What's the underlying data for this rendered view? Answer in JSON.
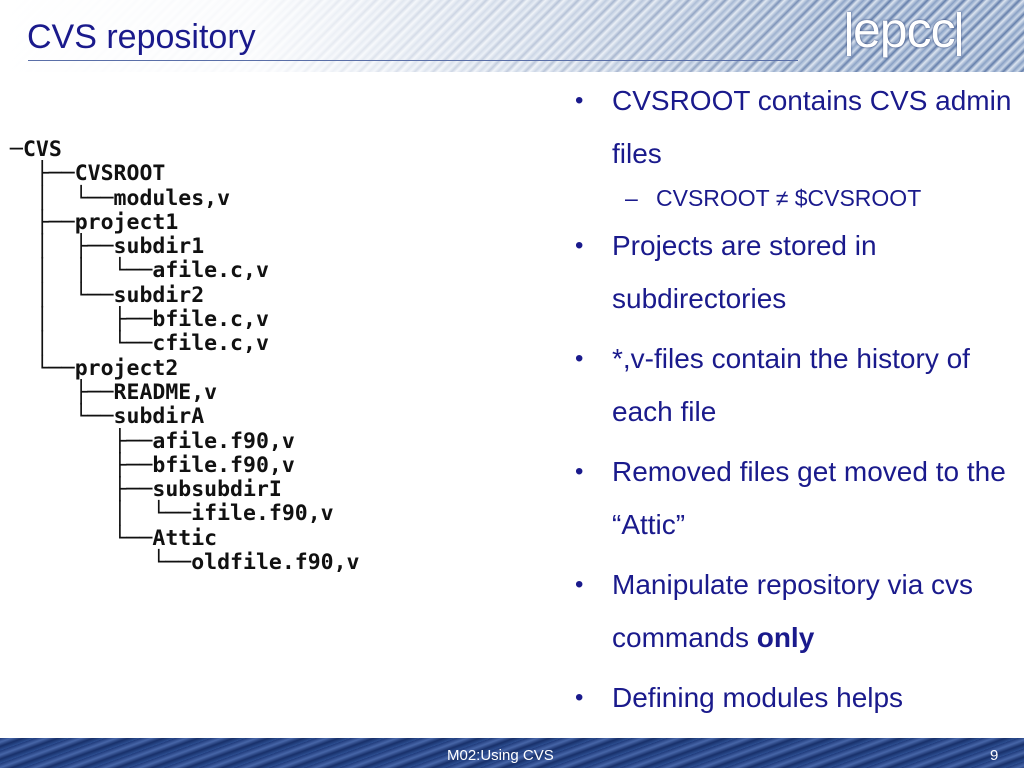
{
  "slide": {
    "title": "CVS repository",
    "logo_text": "epcc",
    "footer": "M02:Using CVS",
    "page_number": "9"
  },
  "tree": [
    "─CVS",
    "  ├──CVSROOT",
    "  │  └──modules,v",
    "  ├──project1",
    "  │  ├──subdir1",
    "  │  │  └──afile.c,v",
    "  │  └──subdir2",
    "  │     ├──bfile.c,v",
    "  │     └──cfile.c,v",
    "  └──project2",
    "     ├──README,v",
    "     └──subdirA",
    "        ├──afile.f90,v",
    "        ├──bfile.f90,v",
    "        ├──subsubdirI",
    "        │  └──ifile.f90,v",
    "        └──Attic",
    "           └──oldfile.f90,v"
  ],
  "bullets": [
    {
      "text": "CVSROOT contains CVS admin files",
      "sub": "CVSROOT ≠ $CVSROOT"
    },
    {
      "text": "Projects are stored in subdirectories"
    },
    {
      "text": "*,v-files contain the history of each file"
    },
    {
      "text": "Removed files get moved to the “Attic”"
    },
    {
      "text": "Manipulate repository via cvs commands ",
      "emph": "only"
    },
    {
      "text": "Defining modules helps"
    }
  ],
  "colors": {
    "title": "#1a1a8c",
    "tree_text": "#111111"
  }
}
